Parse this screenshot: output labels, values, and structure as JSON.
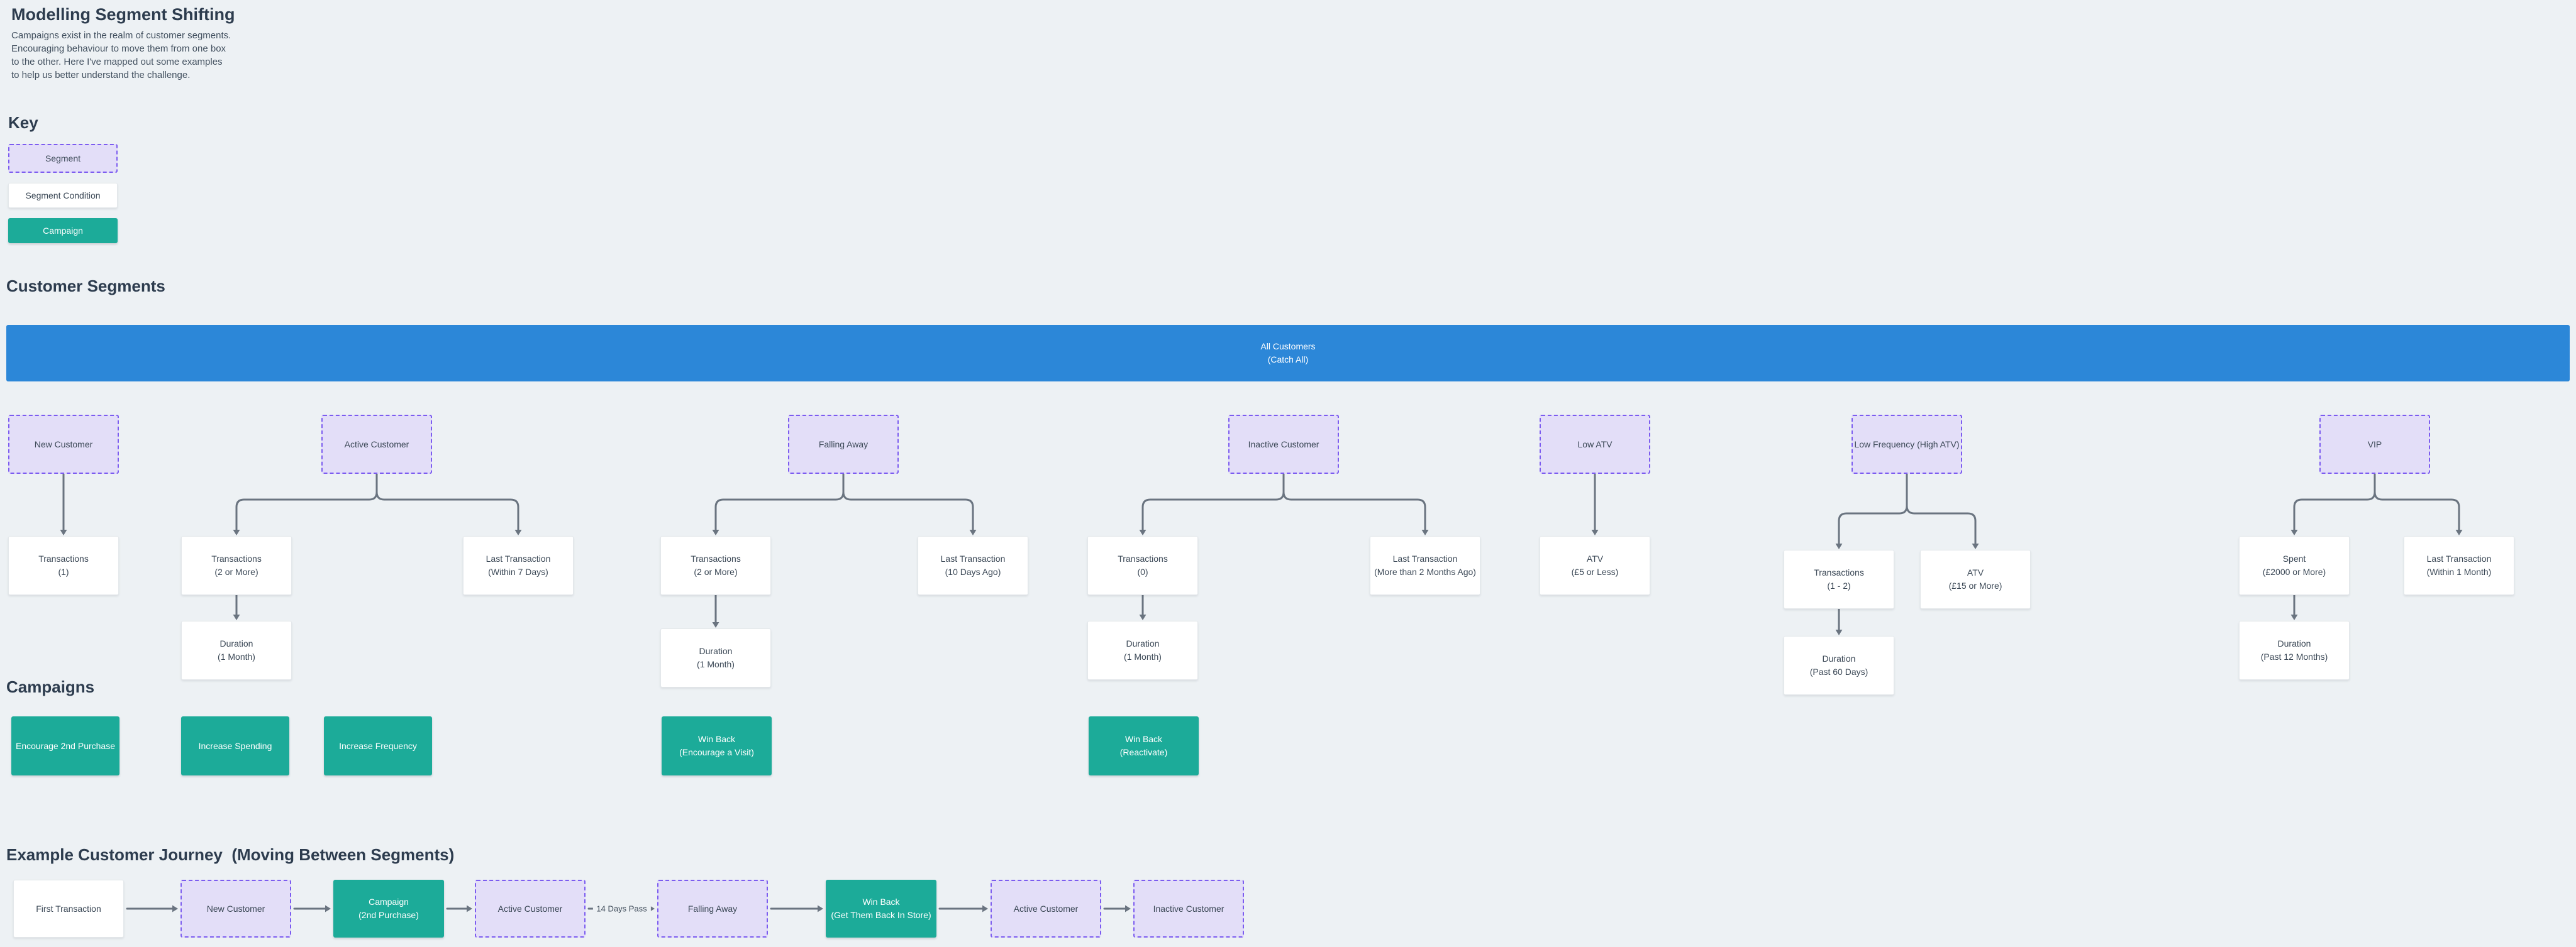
{
  "header": {
    "title": "Modelling Segment Shifting",
    "description": "Campaigns exist in the realm of customer segments. Encouraging behaviour to move them from one box to the other. Here I've mapped out some examples to help us better understand the challenge."
  },
  "key": {
    "heading": "Key",
    "items": [
      {
        "label": "Segment",
        "type": "segment"
      },
      {
        "label": "Segment Condition",
        "type": "condition"
      },
      {
        "label": "Campaign",
        "type": "campaign"
      }
    ]
  },
  "segments": {
    "heading": "Customer Segments",
    "catch_all": {
      "name": "All Customers",
      "detail": "(Catch All)"
    },
    "trees": [
      {
        "name": "New Customer",
        "conditions": [
          {
            "name": "Transactions",
            "detail": "(1)"
          }
        ]
      },
      {
        "name": "Active Customer",
        "conditions": [
          {
            "name": "Transactions",
            "detail": "(2 or More)",
            "duration": {
              "name": "Duration",
              "detail": "(1 Month)"
            }
          },
          {
            "name": "Last Transaction",
            "detail": "(Within 7 Days)"
          }
        ]
      },
      {
        "name": "Falling Away",
        "conditions": [
          {
            "name": "Transactions",
            "detail": "(2 or More)",
            "duration": {
              "name": "Duration",
              "detail": "(1 Month)"
            }
          },
          {
            "name": "Last Transaction",
            "detail": "(10 Days Ago)"
          }
        ]
      },
      {
        "name": "Inactive Customer",
        "conditions": [
          {
            "name": "Transactions",
            "detail": "(0)",
            "duration": {
              "name": "Duration",
              "detail": "(1 Month)"
            }
          },
          {
            "name": "Last Transaction",
            "detail": "(More than 2 Months Ago)"
          }
        ]
      },
      {
        "name": "Low ATV",
        "conditions": [
          {
            "name": "ATV",
            "detail": "(£5 or Less)"
          }
        ]
      },
      {
        "name": "Low Frequency (High ATV)",
        "conditions": [
          {
            "name": "Transactions",
            "detail": "(1 - 2)",
            "duration": {
              "name": "Duration",
              "detail": "(Past 60 Days)"
            }
          },
          {
            "name": "ATV",
            "detail": "(£15 or More)"
          }
        ]
      },
      {
        "name": "VIP",
        "conditions": [
          {
            "name": "Spent",
            "detail": "(£2000 or More)",
            "duration": {
              "name": "Duration",
              "detail": "(Past 12 Months)"
            }
          },
          {
            "name": "Last Transaction",
            "detail": "(Within 1 Month)"
          }
        ]
      }
    ]
  },
  "campaigns": {
    "heading": "Campaigns",
    "items": [
      {
        "name": "Encourage 2nd Purchase"
      },
      {
        "name": "Increase Spending"
      },
      {
        "name": "Increase Frequency"
      },
      {
        "name": "Win Back",
        "detail": "(Encourage a Visit)"
      },
      {
        "name": "Win Back",
        "detail": "(Reactivate)"
      }
    ]
  },
  "journey": {
    "heading": "Example Customer Journey  (Moving Between Segments)",
    "nodes": [
      {
        "type": "condition",
        "name": "First Transaction"
      },
      {
        "type": "segment",
        "name": "New Customer"
      },
      {
        "type": "campaign",
        "name": "Campaign",
        "detail": "(2nd Purchase)"
      },
      {
        "type": "segment",
        "name": "Active Customer"
      },
      {
        "type": "segment",
        "name": "Falling Away",
        "arrow_label": "14 Days Pass"
      },
      {
        "type": "campaign",
        "name": "Win Back",
        "detail": "(Get Them Back In Store)"
      },
      {
        "type": "segment",
        "name": "Active Customer"
      },
      {
        "type": "segment",
        "name": "Inactive Customer"
      }
    ]
  },
  "colors": {
    "background": "#edf1f4",
    "heading_text": "#2d3c4e",
    "box_text": "#3b4856",
    "segment_fill": "#e3def8",
    "segment_border": "#7c5cf0",
    "condition_fill": "#ffffff",
    "campaign_fill": "#1cab99",
    "all_customers_fill": "#2c87d8",
    "connector": "#6a7480"
  }
}
